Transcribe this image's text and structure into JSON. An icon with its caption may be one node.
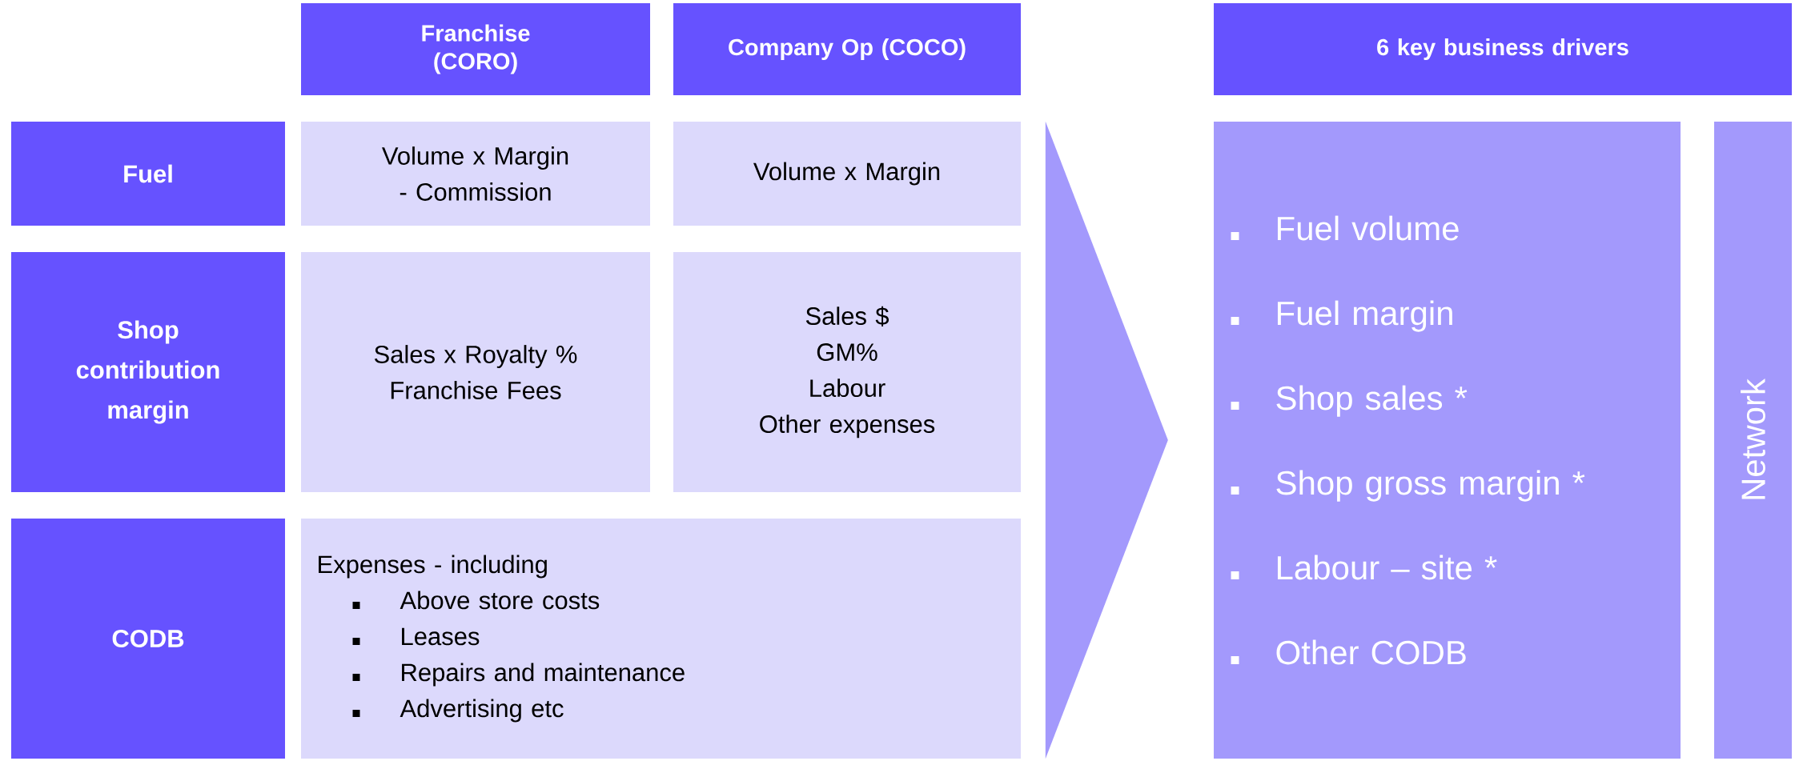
{
  "diagram": {
    "nodes": [
      {
        "text": [
          "Franchise (CORO)"
        ]
      },
      {
        "text": [
          "Company Op (COCO)"
        ]
      },
      {
        "text": [
          "6 key business drivers"
        ]
      },
      {
        "text": [
          "Fuel"
        ]
      },
      {
        "text": [
          "Volume x Margin - Commission"
        ]
      },
      {
        "text": [
          "Volume x Margin"
        ]
      },
      {
        "text": [
          "Shop contribution margin"
        ]
      },
      {
        "text": [
          "Sales x Royalty %",
          "Franchise Fees"
        ]
      },
      {
        "text": [
          "Sales $",
          "GM%",
          "Labour",
          "Other expenses"
        ]
      },
      {
        "text": [
          "CODB"
        ]
      },
      {
        "text": [
          "Expenses - including",
          "Above store costs",
          "Leases",
          "Repairs and maintenance",
          "Advertising etc"
        ]
      },
      {
        "text": [
          "Fuel volume",
          "Fuel margin",
          "Shop sales *",
          "Shop gross margin *",
          "Labour – site *",
          "Other CODB"
        ]
      },
      {
        "text": [
          "Network"
        ]
      }
    ],
    "edges": [
      {
        "from": null,
        "to": 11,
        "arrow": "to"
      }
    ]
  }
}
